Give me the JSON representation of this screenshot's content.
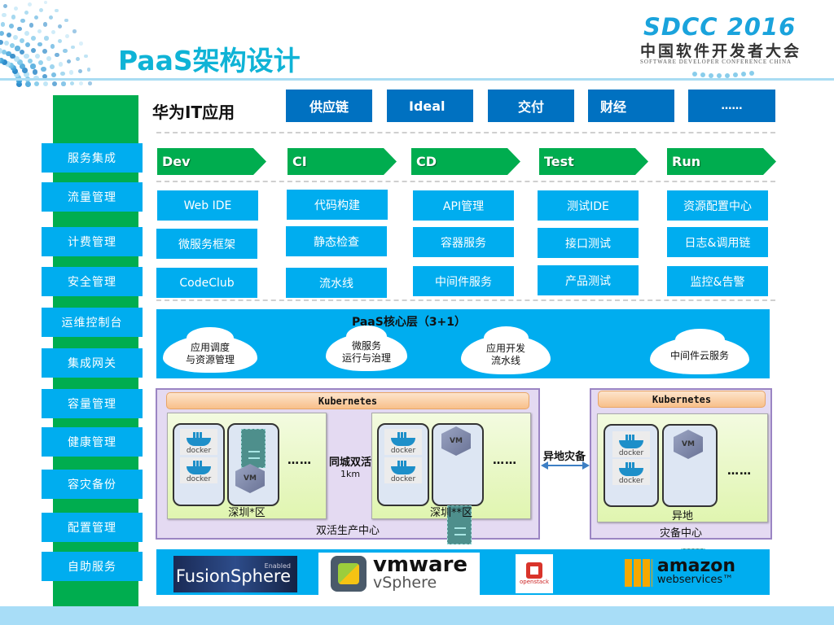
{
  "header": {
    "title": "PaaS架构设计",
    "event_logo": "SDCC 2016",
    "event_cn": "中国软件开发者大会",
    "event_en": "SOFTWARE DEVELOPER CONFERENCE CHINA"
  },
  "colors": {
    "title": "#0fb3d6",
    "green": "#00ad4f",
    "cyan": "#00adef",
    "dark_blue": "#0071c1",
    "purple_dc": "#e4daf2",
    "kubernetes": "#f8c08a"
  },
  "left_column": {
    "items": [
      {
        "label": "服务集成"
      },
      {
        "label": "流量管理"
      },
      {
        "label": "计费管理"
      },
      {
        "label": "安全管理"
      },
      {
        "label": "运维控制台"
      },
      {
        "label": "集成网关"
      },
      {
        "label": "容量管理"
      },
      {
        "label": "健康管理"
      },
      {
        "label": "容灾备份"
      },
      {
        "label": "配置管理"
      },
      {
        "label": "自助服务"
      }
    ]
  },
  "applications": {
    "label": "华为IT应用",
    "items": [
      "供应链",
      "Ideal",
      "交付",
      "财经",
      "……"
    ]
  },
  "stages": [
    {
      "name": "Dev",
      "tools": [
        "Web IDE",
        "微服务框架",
        "CodeClub"
      ]
    },
    {
      "name": "CI",
      "tools": [
        "代码构建",
        "静态检查",
        "流水线"
      ]
    },
    {
      "name": "CD",
      "tools": [
        "API管理",
        "容器服务",
        "中间件服务"
      ]
    },
    {
      "name": "Test",
      "tools": [
        "测试IDE",
        "接口测试",
        "产品测试"
      ]
    },
    {
      "name": "Run",
      "tools": [
        "资源配置中心",
        "日志&调用链",
        "监控&告警"
      ]
    }
  ],
  "core_layer": {
    "title": "PaaS核心层（3+1）",
    "clouds": [
      {
        "line1": "应用调度",
        "line2": "与资源管理"
      },
      {
        "line1": "微服务",
        "line2": "运行与治理"
      },
      {
        "line1": "应用开发",
        "line2": "流水线"
      },
      {
        "line1": "中间件云服务",
        "line2": ""
      }
    ]
  },
  "infrastructure": {
    "production_center": {
      "label": "双活生产中心",
      "orchestrator": "Kubernetes",
      "zones": [
        {
          "label": "深圳*区",
          "docker_label": "docker",
          "vm_label": "VM",
          "more": "……"
        },
        {
          "label": "深圳**区",
          "docker_label": "docker",
          "vm_label": "VM",
          "more": "……"
        }
      ],
      "link": {
        "label": "同城双活",
        "distance": "1km"
      }
    },
    "dr_link": {
      "label": "异地灾备"
    },
    "dr_center": {
      "label": "灾备中心",
      "orchestrator": "Kubernetes",
      "zone": {
        "label": "异地",
        "docker_label": "docker",
        "vm_label": "VM",
        "more": "……"
      }
    }
  },
  "iaas": {
    "logos": [
      {
        "name": "FusionSphere",
        "badge": "Enabled"
      },
      {
        "name": "vmware",
        "sub": "vSphere"
      },
      {
        "name": "openstack"
      },
      {
        "name": "amazon",
        "sub": "webservices™"
      }
    ]
  }
}
